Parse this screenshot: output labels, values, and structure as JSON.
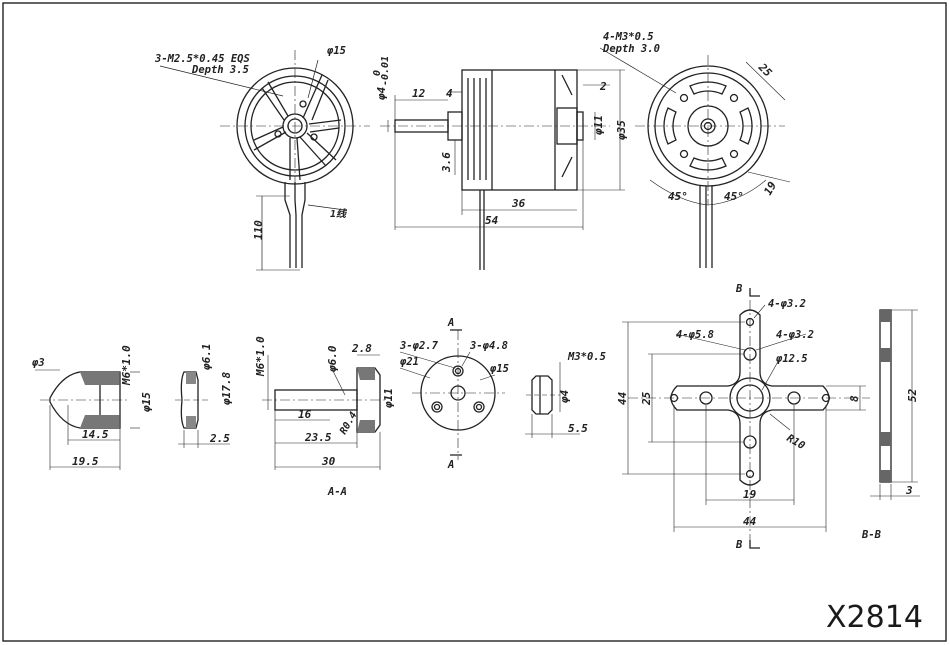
{
  "model": "X2814",
  "views": {
    "front": {
      "thread_note": "3-M2.5*0.45 EQS",
      "thread_depth": "Depth 3.5",
      "hole_dia": "φ15",
      "lead_length": "110",
      "lead_mark": "1线"
    },
    "side": {
      "shaft_dia": "φ4",
      "shaft_tol_upper": "0",
      "shaft_tol_lower": "-0.01",
      "dim_12": "12",
      "dim_4": "4",
      "dim_3_6": "3.6",
      "dim_36": "36",
      "dim_54": "54",
      "dim_2": "2",
      "dim_11": "φ11",
      "dim_35": "φ35"
    },
    "back": {
      "thread_note": "4-M3*0.5",
      "thread_depth": "Depth 3.0",
      "dim_25": "25",
      "dim_19": "19",
      "angle_a": "45°",
      "angle_b": "45°"
    },
    "prop_nut": {
      "tip_dia": "φ3",
      "thread": "M6*1.0",
      "dia_15": "φ15",
      "len_14_5": "14.5",
      "len_19_5": "19.5"
    },
    "washer": {
      "inner": "φ6.1",
      "outer": "φ17.8",
      "thick": "2.5"
    },
    "prop_adapter": {
      "thread": "M6*1.0",
      "shaft": "φ6.0",
      "dim_2_8": "2.8",
      "dim_16": "16",
      "dim_23_5": "23.5",
      "dim_30": "30",
      "r_04": "R0.4",
      "dia_11": "φ11",
      "section": "A-A"
    },
    "adapter_front": {
      "holes_a": "3-φ2.7",
      "holes_b": "3-φ4.8",
      "dia_21": "φ21",
      "dia_15": "φ15",
      "sec_top": "A",
      "sec_bottom": "A"
    },
    "set_screw": {
      "thread": "M3*0.5",
      "dia_4": "φ4",
      "len": "5.5"
    },
    "mount": {
      "sec_top": "B",
      "sec_bottom": "B",
      "holes_32a": "4-φ3.2",
      "holes_58": "4-φ5.8",
      "holes_32b": "4-φ3.2",
      "center_dia": "φ12.5",
      "height": "44",
      "inner": "25",
      "arm": "8",
      "radius": "R10",
      "bolt": "19",
      "width": "44",
      "section": "B-B",
      "side_height": "52",
      "side_thick": "3"
    }
  }
}
